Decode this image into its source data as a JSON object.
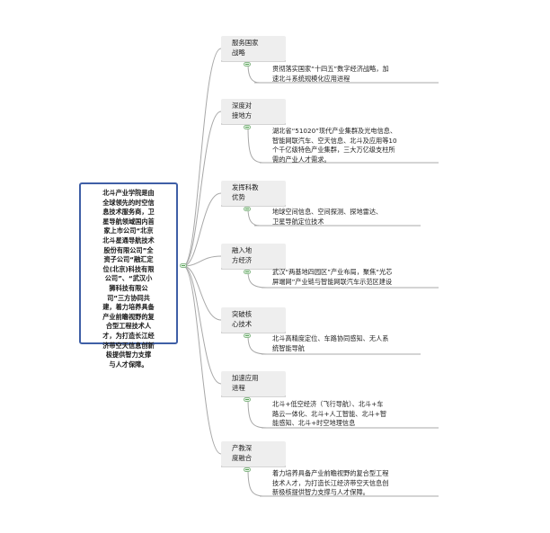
{
  "root": {
    "text": "北斗产业学院是由\n全球领先的时空信\n息技术服务商，卫\n星导航领域国内首\n家上市公司“北京\n北斗星通导航技术\n股份有限公司”全\n资子公司“融汇定\n位(北京)科技有限\n公司”、“武汉小\n狮科技有限公\n司”三方协同共\n建，着力培养具备\n产业前瞻视野的复\n合型工程技术人\n才，为打造长江经\n济带空天信息创新\n极提供智力支撑\n与人才保障。"
  },
  "branches": [
    {
      "title": "服务国家\n战略",
      "detail": "贯彻落实国家“十四五”数字经济战略，加\n速北斗系统规模化应用进程"
    },
    {
      "title": "深度对\n接地方",
      "detail": "湖北省“51020”现代产业集群及光电信息、\n智能网联汽车、空天信息、北斗及应用等10\n个千亿级特色产业集群，三大万亿级支柱所\n需的产业人才需求。"
    },
    {
      "title": "发挥科教\n优势",
      "detail": "地球空间信息、空间探测、探地雷达、\n卫星导航定位技术"
    },
    {
      "title": "融入地\n方经济",
      "detail": "武汉“两基地四园区”产业布局，聚焦“光芯\n屏端网”产业链与智能网联汽车示范区建设"
    },
    {
      "title": "突破核\n心技术",
      "detail": "北斗高精度定位、车路协同感知、无人系\n统智能导航"
    },
    {
      "title": "加速应用\n进程",
      "detail": "北斗+低空经济（飞行导航）、北斗+车\n路云一体化、北斗+人工智能、北斗+智\n能感知、北斗+时空地理信息"
    },
    {
      "title": "产教深\n度融合",
      "detail": "着力培养具备产业前瞻视野的复合型工程\n技术人才，为打造长江经济带空天信息创\n新极核提供智力支撑与人才保障。"
    }
  ],
  "colors": {
    "root_border": "#3f5fa6",
    "branch_fill": "#eeeeee",
    "connector": "#a8a8a8",
    "toggle": "#55a055"
  }
}
